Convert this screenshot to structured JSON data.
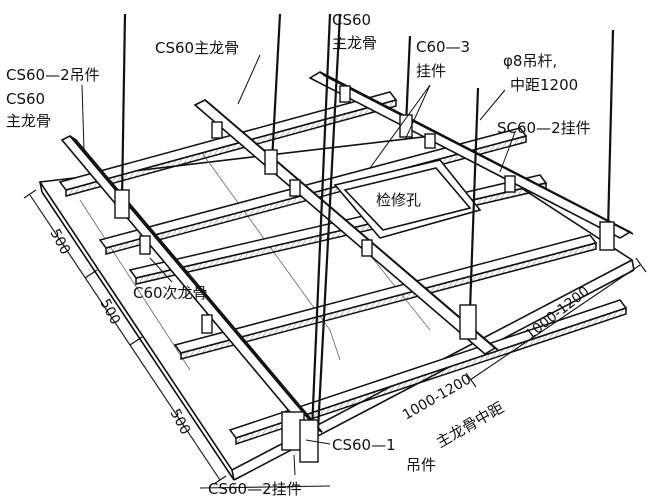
{
  "labels": {
    "cs60_2_hanger_top": "CS60—2吊件",
    "cs60_main_left_1": "CS60",
    "cs60_main_left_2": "主龙骨",
    "cs60_main_mid": "CS60主龙骨",
    "cs60_main_top_1": "CS60",
    "cs60_main_top_2": "主龙骨",
    "c60_3_1": "C60—3",
    "c60_3_2": "挂件",
    "rod_1": "φ8吊杆,",
    "rod_2": "中距1200",
    "sc60_2": "SC60—2挂件",
    "access_hole": "检修孔",
    "c60_secondary": "C60次龙骨",
    "cs60_1_1": "CS60—1",
    "cs60_1_2": "吊件",
    "cs60_2_bottom": "CS60—2挂件"
  },
  "dimensions": {
    "left_1": "500",
    "left_2": "500",
    "left_3": "500",
    "right_1": "1000-1200",
    "bottom_1": "1000-1200",
    "bottom_2": "主龙骨中距"
  }
}
